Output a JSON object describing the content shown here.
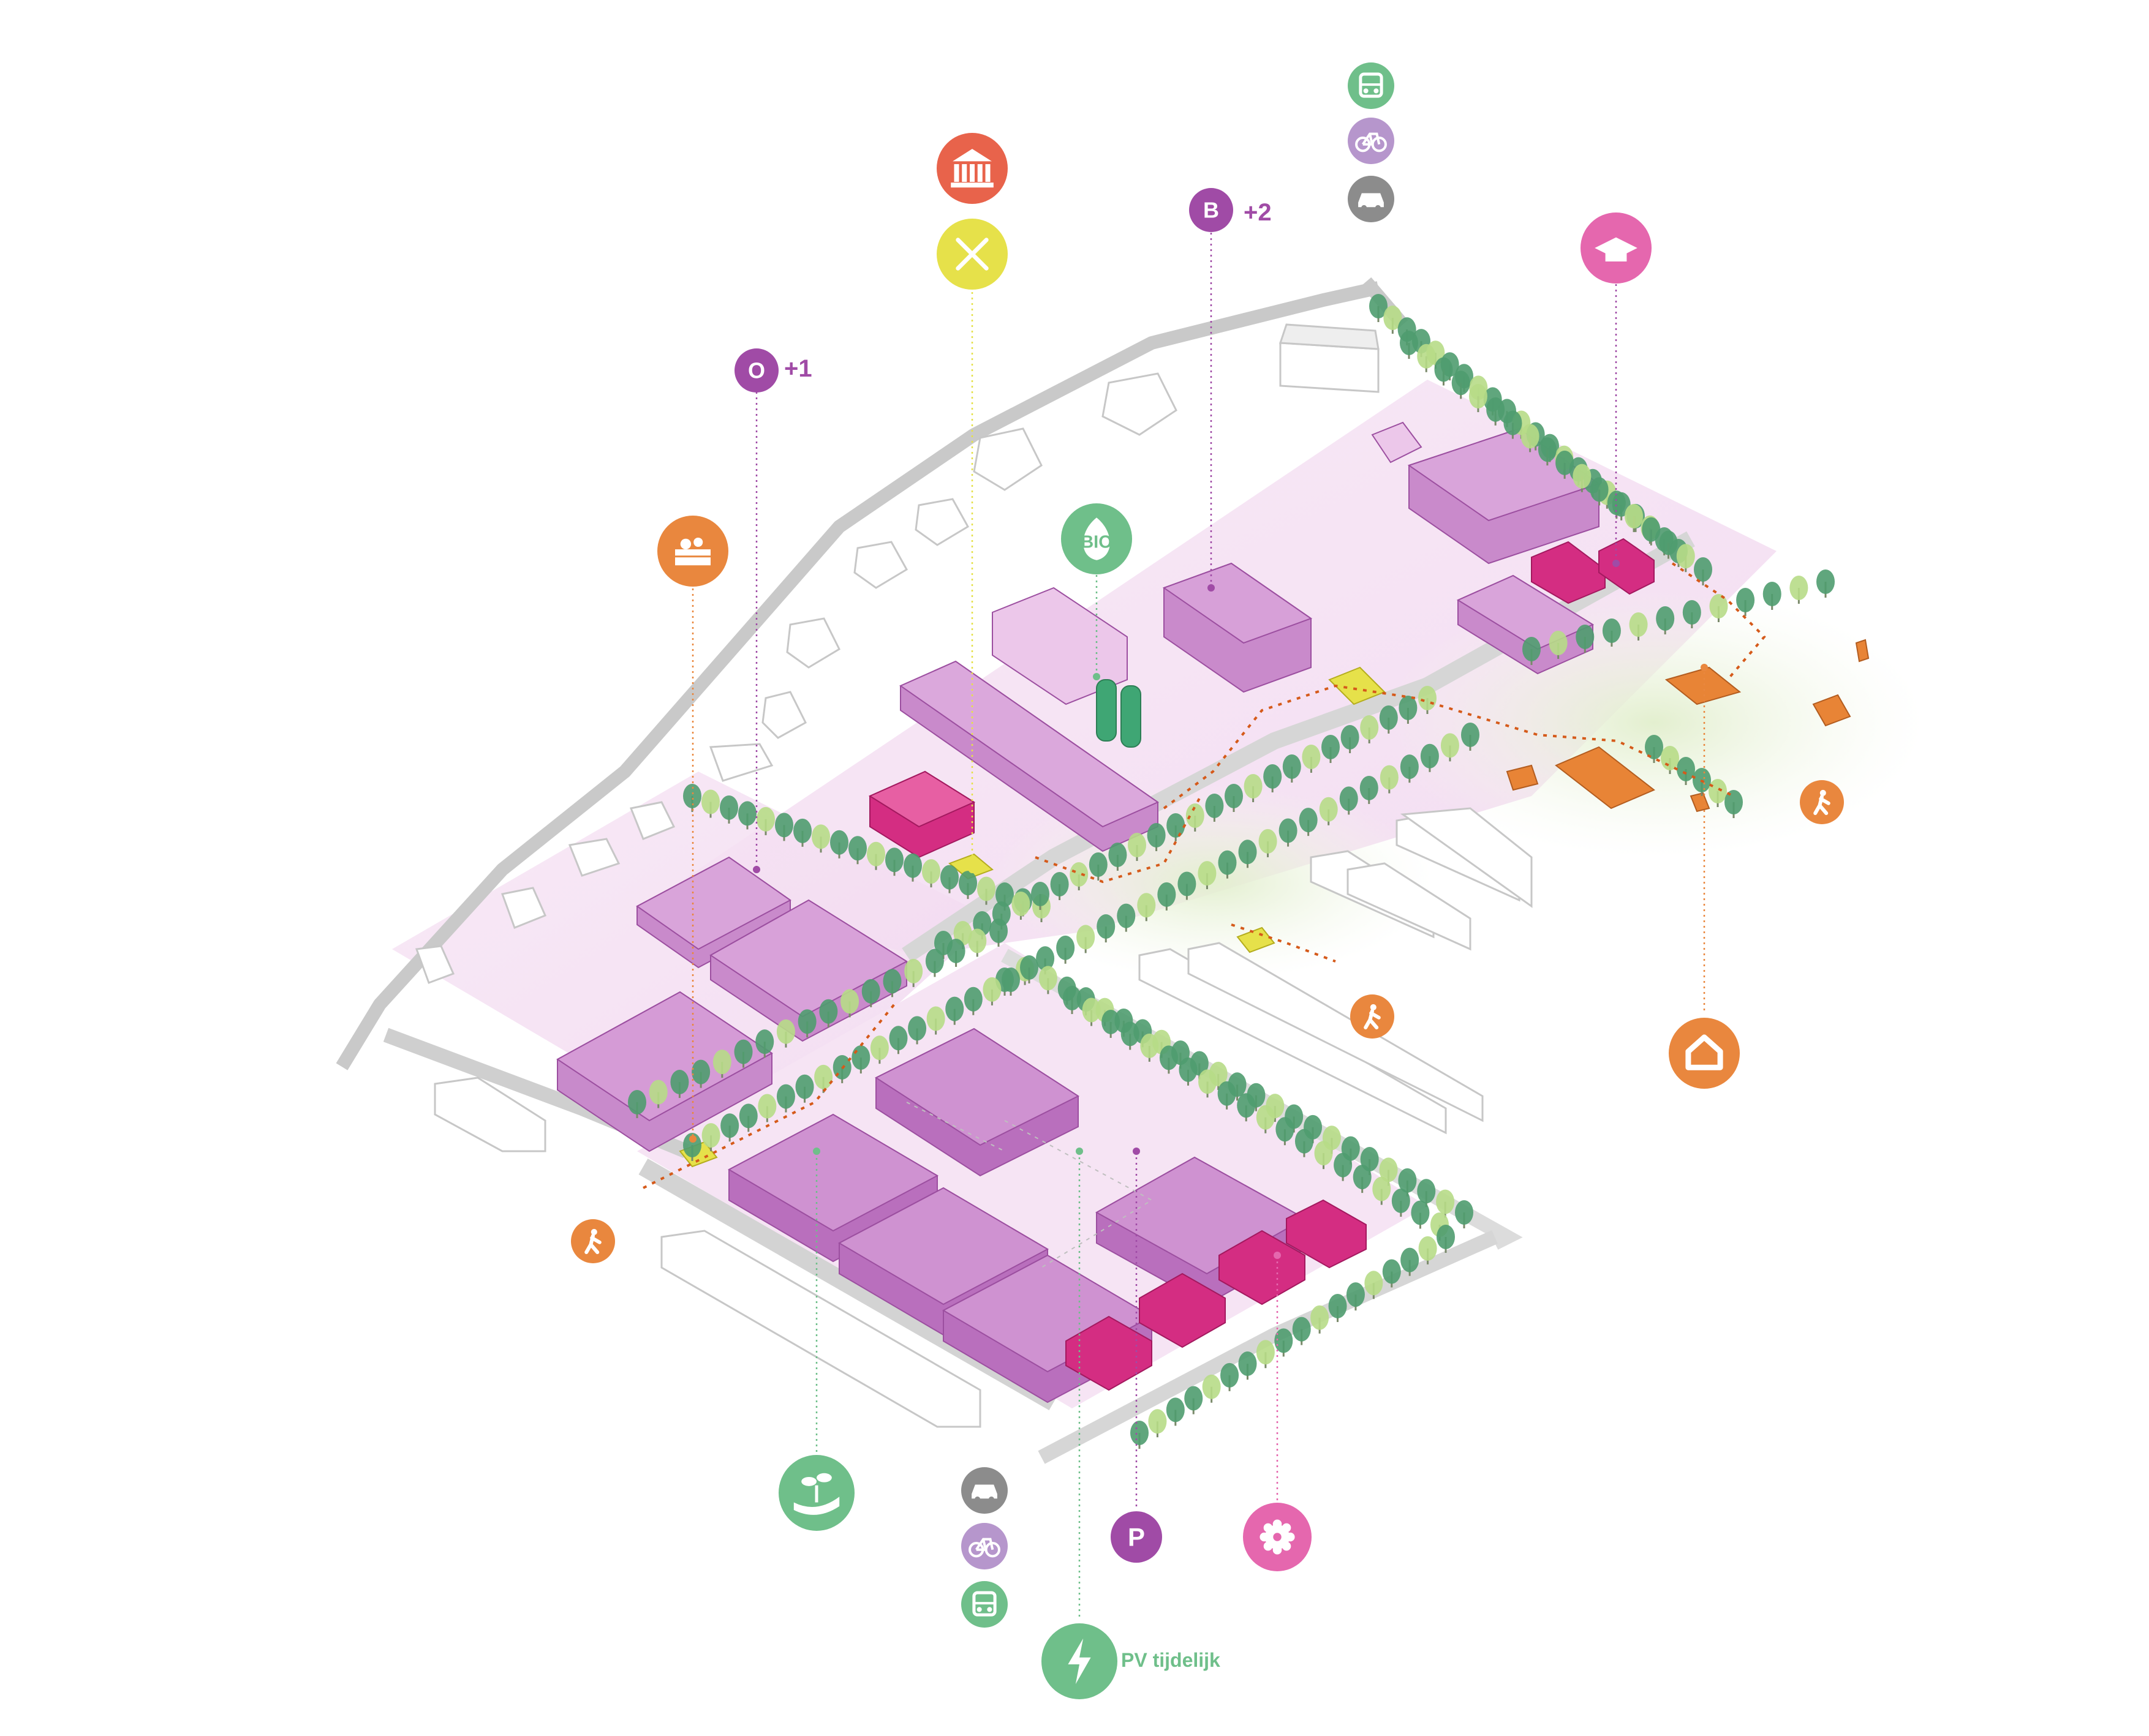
{
  "labels": {
    "pv": "PV tijdelijk",
    "bio": "BIO",
    "zone_o": "O",
    "zone_o_levels": "+1",
    "zone_b": "B",
    "zone_b_levels": "+2",
    "parking": "P"
  },
  "icons": {
    "bus": "bus-icon",
    "bike": "bicycle-icon",
    "car": "car-icon",
    "museum": "museum-icon",
    "food": "fork-knife-icon",
    "bio": "bio-energy-icon",
    "market": "food-crate-icon",
    "education": "graduation-cap-icon",
    "walk": "pedestrian-icon",
    "home": "house-icon",
    "green": "hand-plant-icon",
    "energy": "lightning-icon",
    "industry": "gear-icon",
    "parking": "parking-icon"
  },
  "colors": {
    "zone_purple": "#a04ba6",
    "building_purple": "#c77fc9",
    "building_magenta": "#d9318a",
    "orange": "#e9873e",
    "green": "#6fbf8a",
    "yellow": "#e6e14a",
    "gray": "#8c8c8c",
    "lilac": "#b696cc",
    "red_orange": "#e8634b",
    "pink": "#e567ae",
    "tree_dark": "#4f9c6f",
    "tree_light": "#b7dc87"
  }
}
